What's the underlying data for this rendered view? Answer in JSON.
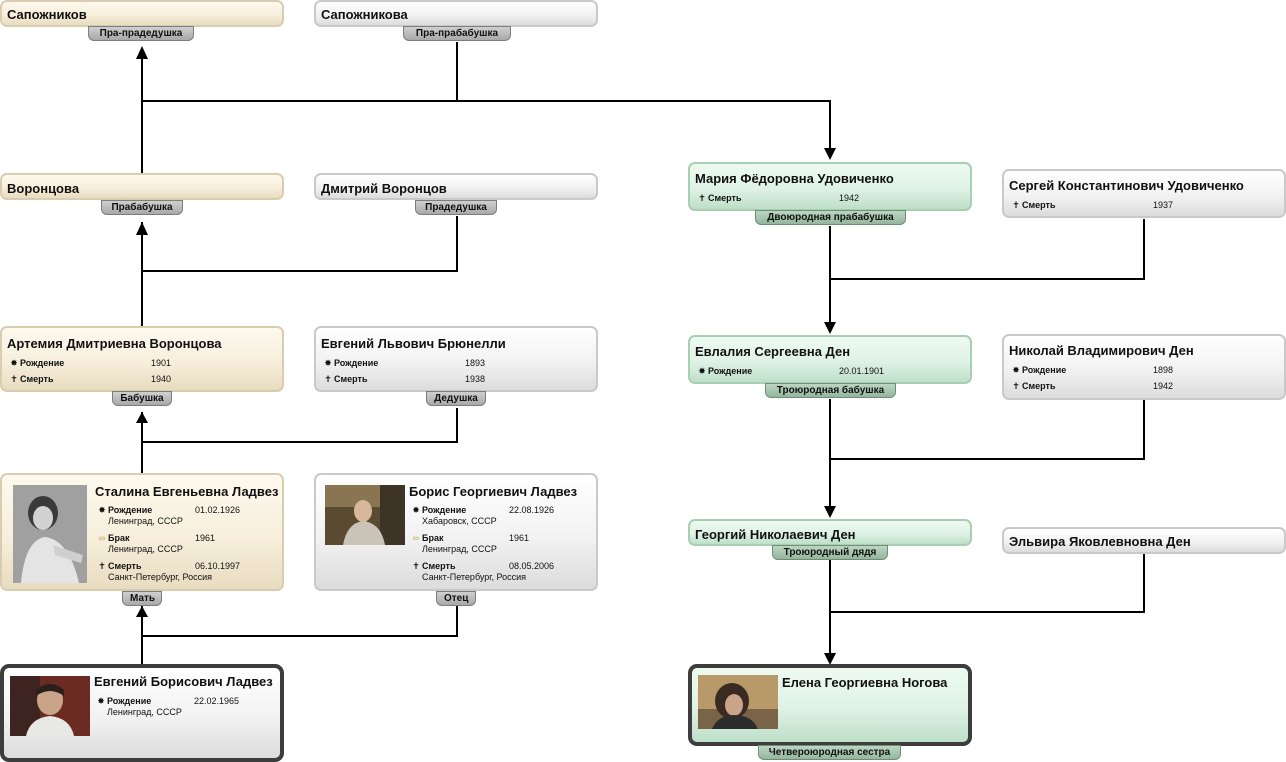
{
  "people": {
    "sapozhnikov": {
      "name": "Сапожников",
      "role": "Пра-прадедушка"
    },
    "sapozhnikova": {
      "name": "Сапожникова",
      "role": "Пра-прабабушка"
    },
    "vorontsova": {
      "name": "Воронцова",
      "role": "Прабабушка"
    },
    "dmitriy": {
      "name": "Дмитрий Воронцов",
      "role": "Прадедушка"
    },
    "artemiya": {
      "name": "Артемия Дмитриевна Воронцова",
      "role": "Бабушка",
      "birth_label": "Рождение",
      "birth_date": "1901",
      "death_label": "Смерть",
      "death_date": "1940"
    },
    "evgeniy_lv": {
      "name": "Евгений Львович Брюнелли",
      "role": "Дедушка",
      "birth_label": "Рождение",
      "birth_date": "1893",
      "death_label": "Смерть",
      "death_date": "1938"
    },
    "stalina": {
      "name": "Сталина Евгеньевна Ладвез",
      "role": "Мать",
      "birth_label": "Рождение",
      "birth_date": "01.02.1926",
      "birth_place": "Ленинград, СССР",
      "marriage_label": "Брак",
      "marriage_date": "1961",
      "marriage_place": "Ленинград, СССР",
      "death_label": "Смерть",
      "death_date": "06.10.1997",
      "death_place": "Санкт-Петербург, Россия"
    },
    "boris": {
      "name": "Борис Георгиевич Ладвез",
      "role": "Отец",
      "birth_label": "Рождение",
      "birth_date": "22.08.1926",
      "birth_place": "Хабаровск, СССР",
      "marriage_label": "Брак",
      "marriage_date": "1961",
      "marriage_place": "Ленинград, СССР",
      "death_label": "Смерть",
      "death_date": "08.05.2006",
      "death_place": "Санкт-Петербург, Россия"
    },
    "evgeniy_b": {
      "name": "Евгений Борисович Ладвез",
      "birth_label": "Рождение",
      "birth_date": "22.02.1965",
      "birth_place": "Ленинград, СССР"
    },
    "mariya": {
      "name": "Мария Фёдоровна Удовиченко",
      "role": "Двоюродная прабабушка",
      "death_label": "Смерть",
      "death_date": "1942"
    },
    "sergey": {
      "name": "Сергей Константинович Удовиченко",
      "death_label": "Смерть",
      "death_date": "1937"
    },
    "evlaliya": {
      "name": "Евлалия Сергеевна Ден",
      "role": "Троюродная бабушка",
      "birth_label": "Рождение",
      "birth_date": "20.01.1901"
    },
    "nikolay": {
      "name": "Николай Владимирович Ден",
      "birth_label": "Рождение",
      "birth_date": "1898",
      "death_label": "Смерть",
      "death_date": "1942"
    },
    "georgiy": {
      "name": "Георгий Николаевич Ден",
      "role": "Троюродный дядя"
    },
    "elvira": {
      "name": "Эльвира Яковлевновна Ден"
    },
    "elena": {
      "name": "Елена Георгиевна Ногова",
      "role": "Четвероюродная сестра"
    }
  },
  "icons": {
    "birth": "birth-star-icon",
    "death": "death-cross-icon",
    "marriage": "marriage-rings-icon"
  },
  "colors": {
    "beige_card": "#f7efdc",
    "green_card": "#dff2e5",
    "grey_card": "#f2f2f2",
    "connector": "#000000",
    "selected_border": "#3d3d3d"
  }
}
